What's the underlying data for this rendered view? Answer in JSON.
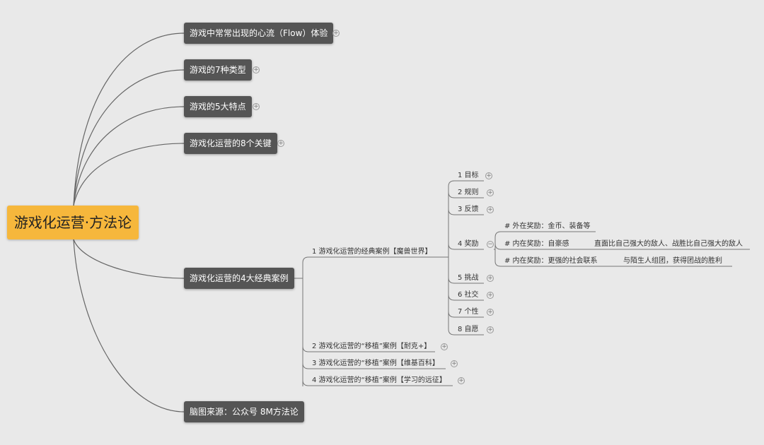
{
  "root": {
    "label": "游戏化运营·方法论"
  },
  "branches": [
    {
      "label": "游戏中常常出现的心流（Flow）体验",
      "toggle": "+"
    },
    {
      "label": "游戏的7种类型",
      "toggle": "+"
    },
    {
      "label": "游戏的5大特点",
      "toggle": "+"
    },
    {
      "label": "游戏化运营的8个关键",
      "toggle": "+"
    },
    {
      "label": "游戏化运营的4大经典案例"
    },
    {
      "label": "脑图来源：公众号 8M方法论"
    }
  ],
  "cases": [
    {
      "label": "1 游戏化运营的经典案例【魔兽世界】"
    },
    {
      "label": "2 游戏化运营的“移植”案例【耐克+】",
      "toggle": "+"
    },
    {
      "label": "3 游戏化运营的“移植”案例【维基百科】",
      "toggle": "+"
    },
    {
      "label": "4 游戏化运营的“移植”案例【学习的远征】",
      "toggle": "+"
    }
  ],
  "wow_items": [
    {
      "label": "1 目标",
      "toggle": "+"
    },
    {
      "label": "2 规则",
      "toggle": "+"
    },
    {
      "label": "3 反馈",
      "toggle": "+"
    },
    {
      "label": "4 奖励",
      "toggle": "−"
    },
    {
      "label": "5 挑战",
      "toggle": "+"
    },
    {
      "label": "6 社交",
      "toggle": "+"
    },
    {
      "label": "7 个性",
      "toggle": "+"
    },
    {
      "label": "8 自愿",
      "toggle": "+"
    }
  ],
  "rewards": [
    {
      "label": "# 外在奖励：金币、装备等",
      "detail": ""
    },
    {
      "label": "# 内在奖励：自豪感",
      "detail": "直面比自己强大的敌人、战胜比自己强大的敌人"
    },
    {
      "label": "# 内在奖励：更强的社会联系",
      "detail": "与陌生人组团，获得团战的胜利"
    }
  ]
}
